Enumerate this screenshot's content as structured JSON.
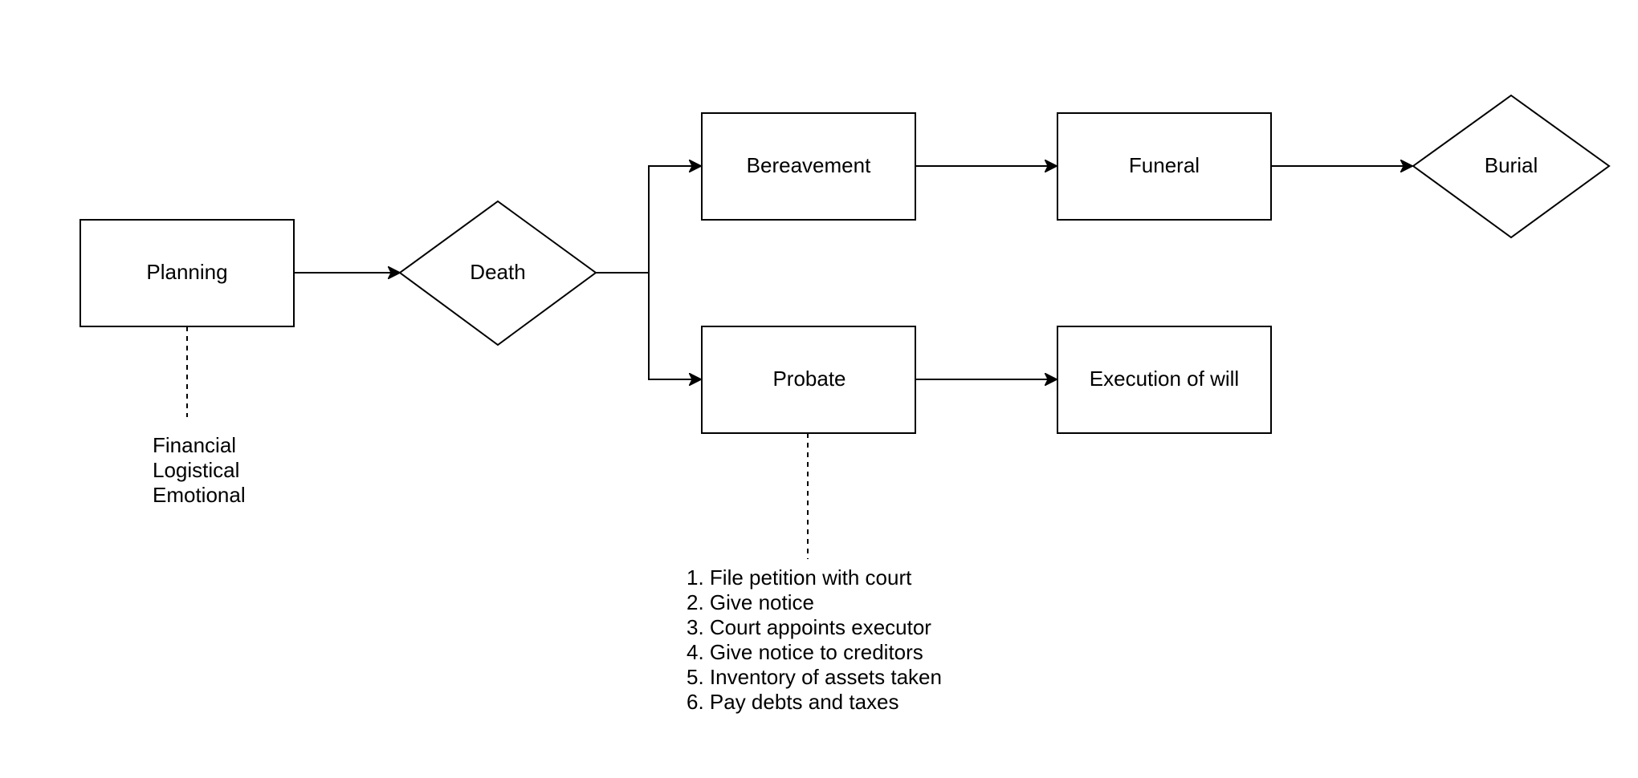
{
  "diagram": {
    "nodes": {
      "planning": {
        "label": "Planning",
        "shape": "rectangle"
      },
      "death": {
        "label": "Death",
        "shape": "diamond"
      },
      "bereavement": {
        "label": "Bereavement",
        "shape": "rectangle"
      },
      "funeral": {
        "label": "Funeral",
        "shape": "rectangle"
      },
      "burial": {
        "label": "Burial",
        "shape": "diamond"
      },
      "probate": {
        "label": "Probate",
        "shape": "rectangle"
      },
      "execution": {
        "label": "Execution of will",
        "shape": "rectangle"
      }
    },
    "edges": [
      {
        "from": "Planning",
        "to": "Death",
        "style": "arrow"
      },
      {
        "from": "Death",
        "to": "Bereavement",
        "style": "arrow"
      },
      {
        "from": "Death",
        "to": "Probate",
        "style": "arrow"
      },
      {
        "from": "Bereavement",
        "to": "Funeral",
        "style": "arrow"
      },
      {
        "from": "Funeral",
        "to": "Burial",
        "style": "arrow"
      },
      {
        "from": "Probate",
        "to": "Execution of will",
        "style": "arrow"
      }
    ],
    "notes": {
      "planning": {
        "attached_to": "Planning",
        "lines": [
          "Financial",
          "Logistical",
          "Emotional"
        ]
      },
      "probate": {
        "attached_to": "Probate",
        "lines": [
          "1. File petition with court",
          "2. Give notice",
          "3. Court appoints executor",
          "4. Give notice to creditors",
          "5. Inventory of assets taken",
          "6. Pay debts and taxes"
        ]
      }
    },
    "colors": {
      "stroke": "#000000",
      "fill": "#ffffff",
      "background": "#ffffff"
    }
  }
}
